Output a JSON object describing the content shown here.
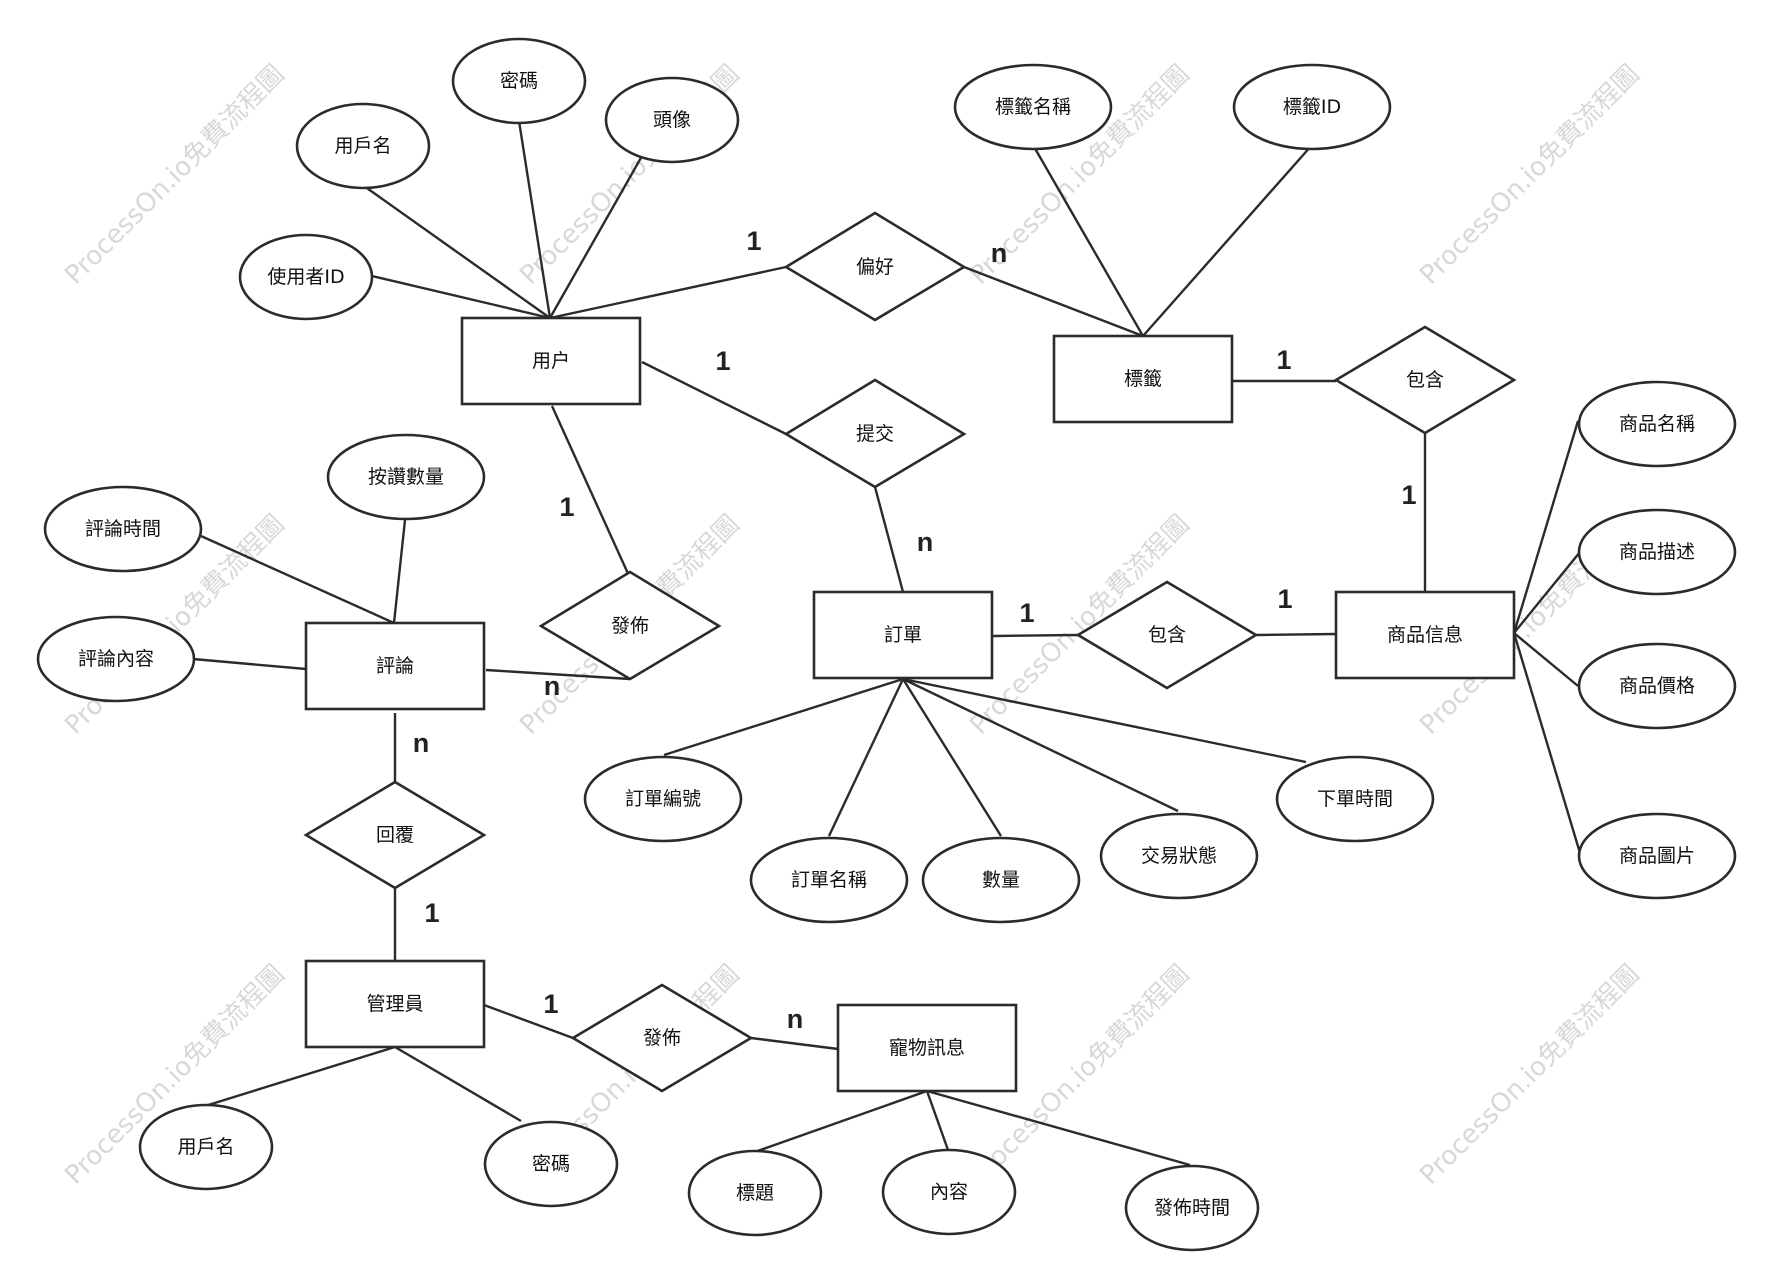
{
  "watermark": "ProcessOn.io免費流程圖",
  "entities": {
    "user": "用户",
    "tag": "標籤",
    "review": "評論",
    "order": "訂單",
    "product": "商品信息",
    "admin": "管理員",
    "pet_info": "寵物訊息"
  },
  "relationships": {
    "preference": "偏好",
    "submit": "提交",
    "publish_review": "發佈",
    "tag_contains": "包含",
    "order_contains": "包含",
    "reply": "回覆",
    "publish_pet": "發佈"
  },
  "attributes": {
    "user_password": "密碼",
    "user_avatar": "頭像",
    "user_username": "用戶名",
    "user_id": "使用者ID",
    "tag_name": "標籤名稱",
    "tag_id": "標籤ID",
    "product_name": "商品名稱",
    "product_desc": "商品描述",
    "product_price": "商品價格",
    "product_image": "商品圖片",
    "review_likes": "按讚數量",
    "review_time": "評論時間",
    "review_content": "評論內容",
    "order_no": "訂單編號",
    "order_name": "訂單名稱",
    "order_qty": "數量",
    "order_status": "交易狀態",
    "order_time": "下單時間",
    "admin_username": "用戶名",
    "admin_password": "密碼",
    "pet_title": "標題",
    "pet_content": "內容",
    "pet_time": "發佈時間"
  },
  "cardinalities": {
    "user_preference": "1",
    "preference_tag": "n",
    "user_submit": "1",
    "submit_order": "n",
    "user_publish": "1",
    "publish_review": "n",
    "tag_contains": "1",
    "contains_product": "1",
    "order_contains": "1",
    "contains_product2": "1",
    "review_reply": "n",
    "reply_admin": "1",
    "admin_publish": "1",
    "publish_pet": "n"
  }
}
